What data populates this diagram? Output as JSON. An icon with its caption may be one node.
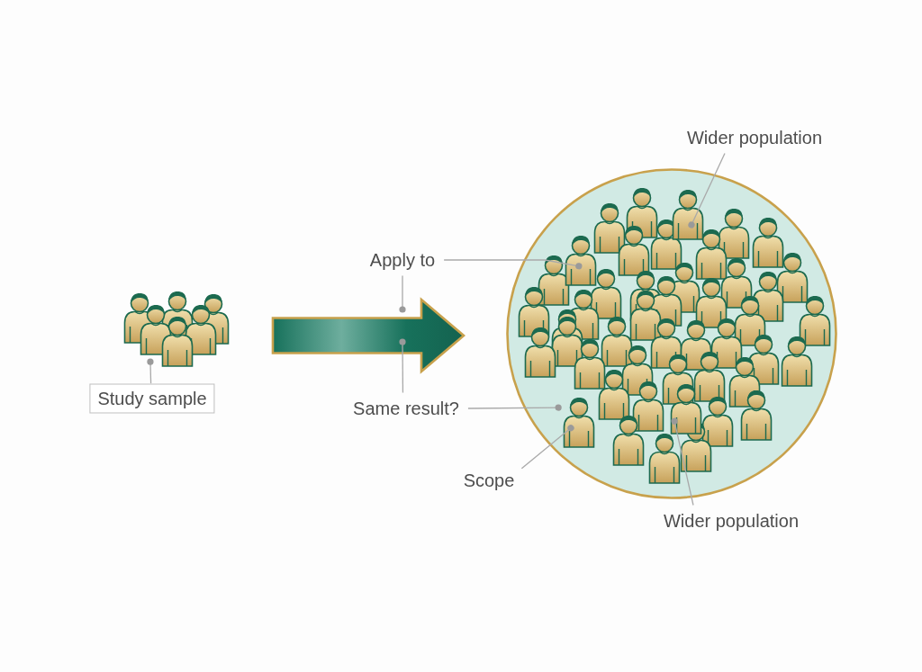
{
  "diagram": {
    "nodes": [
      {
        "text": [
          "Wider population"
        ]
      },
      {
        "text": [],
        "shape": "circle"
      },
      {
        "text": [],
        "shape": "person",
        "in": 1
      },
      {
        "text": [
          "Apply to"
        ]
      },
      {
        "text": [],
        "shape": "person",
        "in": 1
      },
      {
        "text": [],
        "shape": "person"
      },
      {
        "text": [
          "Study sample"
        ]
      },
      {
        "text": [
          "Same result?"
        ]
      },
      {
        "text": [],
        "shape": "person",
        "in": 1
      },
      {
        "text": [],
        "shape": "person",
        "in": 1
      },
      {
        "text": [
          "Scope"
        ]
      },
      {
        "text": [
          "Wider population"
        ]
      }
    ],
    "edges": [
      {
        "from": 6,
        "to": 5,
        "arrow": "other"
      },
      {
        "from": 5,
        "to": 1,
        "arrow": "to",
        "style": "thick",
        "color": "#17715b"
      },
      {
        "from": 3,
        "to": null,
        "arrow": "other"
      },
      {
        "from": 3,
        "to": 4,
        "arrow": "other"
      },
      {
        "from": 7,
        "to": null,
        "arrow": "other"
      },
      {
        "from": 7,
        "to": 1,
        "arrow": "other"
      },
      {
        "from": 10,
        "to": 8,
        "arrow": "other"
      },
      {
        "from": 0,
        "to": 2,
        "arrow": "other"
      },
      {
        "from": 11,
        "to": 9,
        "arrow": "other"
      }
    ]
  }
}
